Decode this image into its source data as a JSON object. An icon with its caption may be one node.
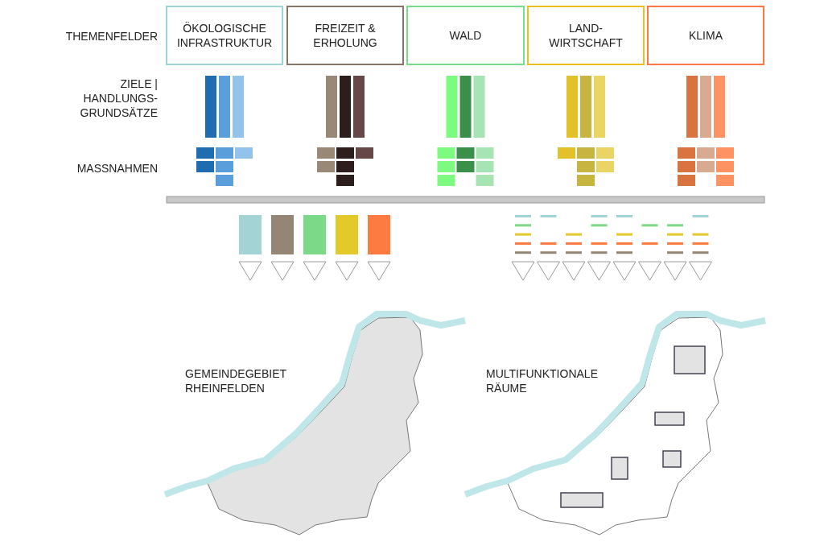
{
  "diagram": {
    "nodes": [
      {
        "text": [
          "ÖKOLOGISCHE INFRASTRUKTUR"
        ]
      },
      {
        "text": [
          "FREIZEIT & ERHOLUNG"
        ]
      },
      {
        "text": [
          "WALD"
        ]
      },
      {
        "text": [
          "LAND- WIRTSCHAFT"
        ]
      },
      {
        "text": [
          "KLIMA"
        ]
      }
    ],
    "edges": [],
    "labels": [
      "THEMENFELDER",
      "ZIELE | HANDLUNGS- GRUNDSÄTZE",
      "MASSNAHMEN",
      "GEMEINDEGEBIET RHEINFELDEN",
      "MULTIFUNKTIONALE RÄUME"
    ]
  }
}
